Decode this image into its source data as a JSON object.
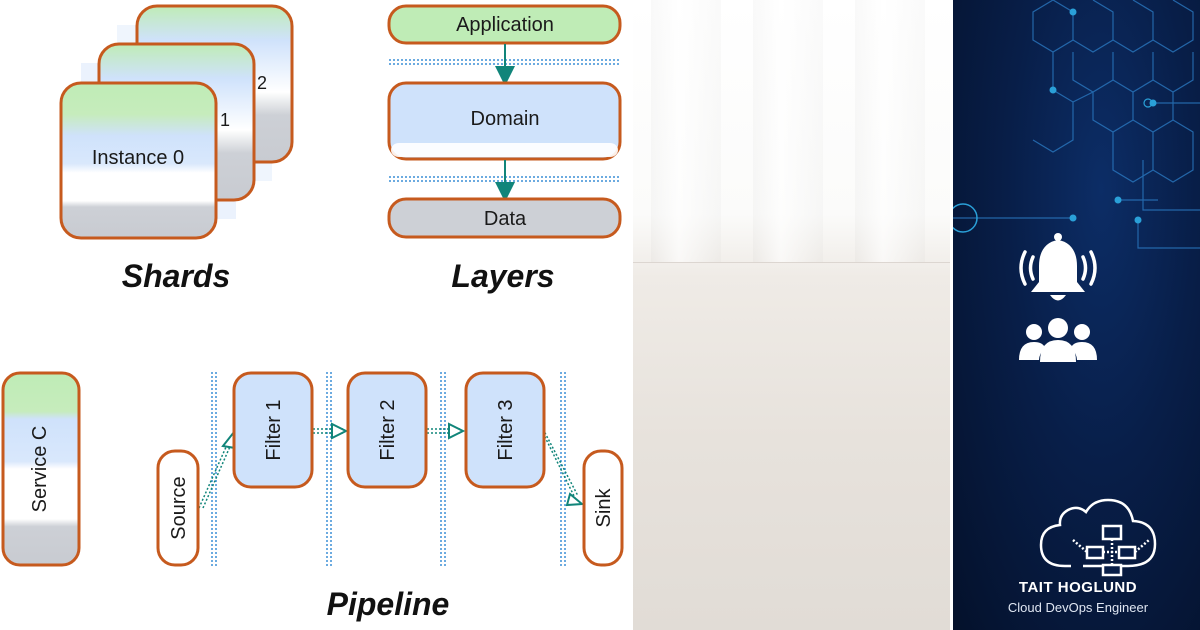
{
  "shards": {
    "title": "Shards",
    "instances": [
      {
        "label": "Instance 0"
      },
      {
        "label": "1"
      },
      {
        "label": "2"
      }
    ]
  },
  "layers": {
    "title": "Layers",
    "items": [
      {
        "label": "Application"
      },
      {
        "label": "Domain"
      },
      {
        "label": "Data"
      }
    ]
  },
  "pipeline": {
    "title": "Pipeline",
    "service": "Service C",
    "source": "Source",
    "filters": [
      "Filter 1",
      "Filter 2",
      "Filter 3"
    ],
    "sink": "Sink"
  },
  "brand": {
    "name": "TAIT HOGLUND",
    "role": "Cloud DevOps Engineer",
    "icons": [
      "bell-icon",
      "people-icon",
      "cloud-network-icon"
    ]
  },
  "colors": {
    "border": "#c65a1e",
    "green": "#bfecb6",
    "blue": "#cfe2fb",
    "gray": "#cdd0d6",
    "arrow": "#11857a",
    "card_bg": "#081e48",
    "circuit": "#2a78c0"
  }
}
